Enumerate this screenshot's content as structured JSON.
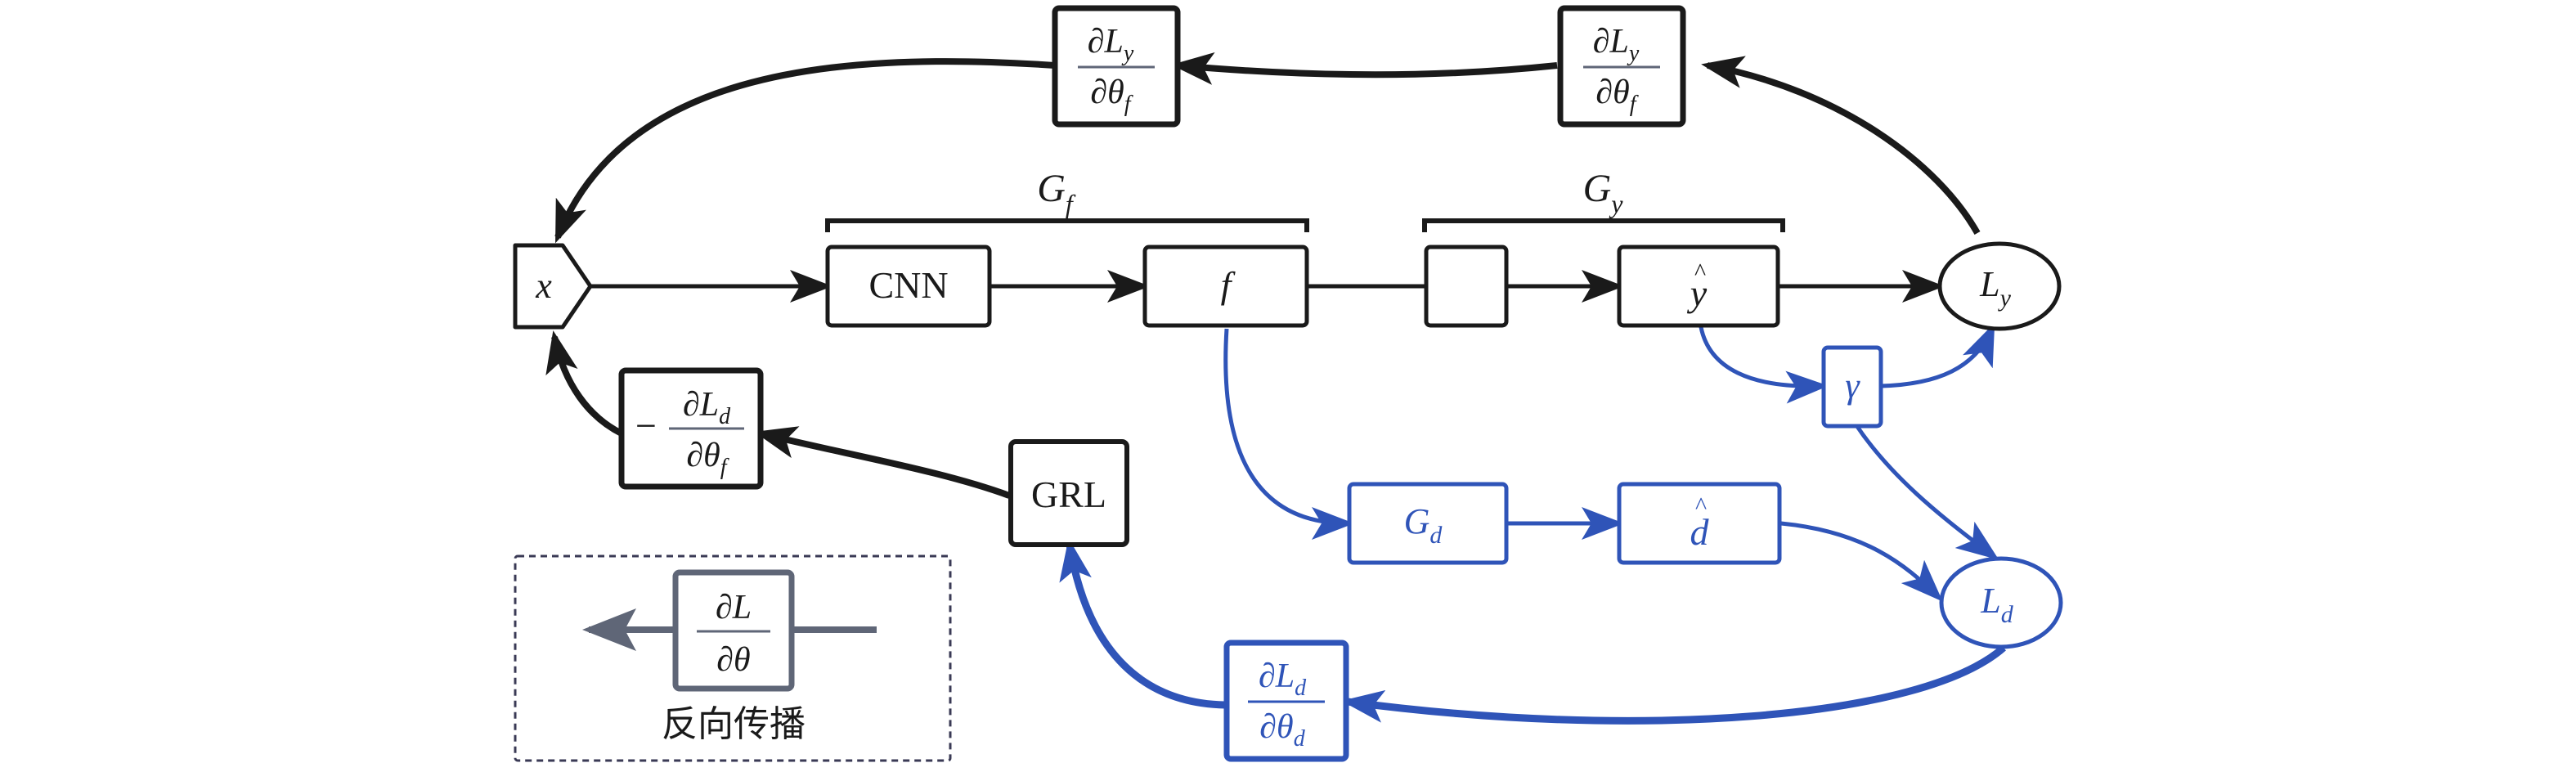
{
  "colors": {
    "black": "#1a1a1a",
    "blue": "#2f54b8",
    "gray": "#5f6677"
  },
  "nodes": {
    "x": "x",
    "cnn": "CNN",
    "f": "f",
    "y_hat_base": "y",
    "y_hat_mark": "^",
    "gamma": "γ",
    "ly_L": "L",
    "ly_sub": "y",
    "gd_G": "G",
    "gd_sub": "d",
    "d_hat_base": "d",
    "d_hat_mark": "^",
    "ld_L": "L",
    "ld_sub": "d",
    "grl": "GRL"
  },
  "brackets": {
    "gf_G": "G",
    "gf_sub": "f",
    "gy_G": "G",
    "gy_sub": "y"
  },
  "gradients": {
    "top_left": {
      "num": "∂L",
      "num_sub": "y",
      "den": "∂θ",
      "den_sub": "f"
    },
    "top_right": {
      "num": "∂L",
      "num_sub": "y",
      "den": "∂θ",
      "den_sub": "f"
    },
    "neg_ld": {
      "sign": "−",
      "num": "∂L",
      "num_sub": "d",
      "den": "∂θ",
      "den_sub": "f"
    },
    "blue_ld": {
      "num": "∂L",
      "num_sub": "d",
      "den": "∂θ",
      "den_sub": "d"
    }
  },
  "legend": {
    "num": "∂L",
    "den": "∂θ",
    "caption": "反向传播"
  }
}
